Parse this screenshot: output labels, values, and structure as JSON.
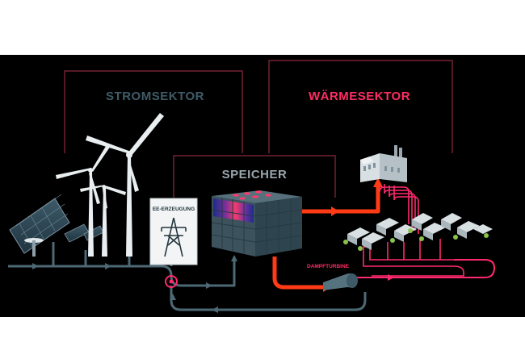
{
  "labels": {
    "strom": "STROMSEKTOR",
    "waerme": "WÄRMESEKTOR",
    "speicher": "SPEICHER",
    "ee": "EE-ERZEUGUNG",
    "turbine": "DAMPFTURBINE"
  },
  "colors": {
    "background": "#000000",
    "page": "#ffffff",
    "sector_frame": "#8c2a3c",
    "strom_text": "#3f5c68",
    "waerme_text": "#ff2d63",
    "speicher_text": "#9aa7ae",
    "grid_flow": "#4d6975",
    "heat_flow": "#ff3b16",
    "heat_pipe": "#ff2a6e",
    "storage_body": "#3c535e",
    "storage_grid": "#283a42",
    "panel": "#2f4653",
    "turbine_white": "#e9eef0"
  },
  "icons": [
    "solar-panel-icon",
    "wind-turbine-icon",
    "power-pylon-icon",
    "storage-unit-icon",
    "factory-icon",
    "house-icon",
    "steam-turbine-icon",
    "junction-node-icon"
  ]
}
